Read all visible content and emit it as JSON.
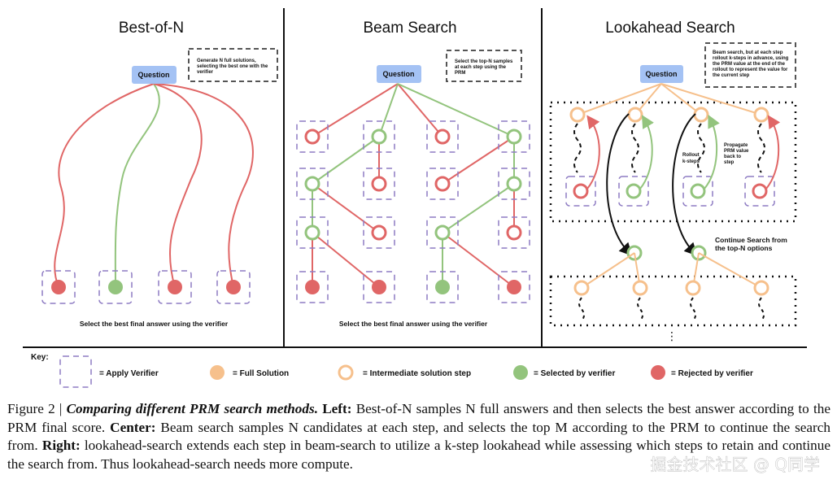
{
  "panels": {
    "best_of_n": {
      "title": "Best-of-N",
      "note": [
        "Generate N full solutions,",
        "selecting the best one with the",
        "verifier"
      ],
      "question": "Question",
      "footer": "Select the best final answer using the verifier"
    },
    "beam": {
      "title": "Beam Search",
      "note": [
        "Select the top-N samples",
        "at each step using the",
        "PRM"
      ],
      "question": "Question",
      "footer": "Select the best final answer using the verifier"
    },
    "lookahead": {
      "title": "Lookahead Search",
      "note": [
        "Beam search, but at each step",
        "rollout k-steps in advance, using",
        "the PRM value at the end of the",
        "rollout to represent the value for",
        "the current step"
      ],
      "question": "Question",
      "rollout_label": [
        "Rollout",
        "k-steps"
      ],
      "propagate_label": [
        "Propagate",
        "PRM value",
        "back to",
        "step"
      ],
      "continue_label": [
        "Continue Search from",
        "the top-N options"
      ],
      "ellipsis": "⋮"
    }
  },
  "key": {
    "label": "Key:",
    "items": [
      {
        "symbol": "verifier-box",
        "text": "=   Apply Verifier"
      },
      {
        "symbol": "full-solution",
        "text": "=   Full Solution",
        "color": "#f6c08c"
      },
      {
        "symbol": "intermediate-step",
        "text": "=   Intermediate solution step",
        "color": "#f6c08c"
      },
      {
        "symbol": "selected",
        "text": "=   Selected by verifier",
        "color": "#93c47d"
      },
      {
        "symbol": "rejected",
        "text": "=   Rejected by verifier",
        "color": "#e06666"
      }
    ]
  },
  "colors": {
    "red": "#e06666",
    "green": "#93c47d",
    "orange": "#f6c08c",
    "question_bg": "#a4c2f4",
    "dashed_box": "#8e7cc3"
  },
  "caption": {
    "fig_label": "Figure 2 |",
    "fig_title": "Comparing different PRM search methods.",
    "left_label": "Left:",
    "left_text": "Best-of-N samples N full answers and then selects the best answer according to the PRM final score.",
    "center_label": "Center:",
    "center_text": "Beam search samples N candidates at each step, and selects the top M according to the PRM to continue the search from.",
    "right_label": "Right:",
    "right_text": "lookahead-search extends each step in beam-search to utilize a k-step lookahead while assessing which steps to retain and continue the search from. Thus lookahead-search needs more compute."
  },
  "watermark": "掘金技术社区 @ Q同学"
}
